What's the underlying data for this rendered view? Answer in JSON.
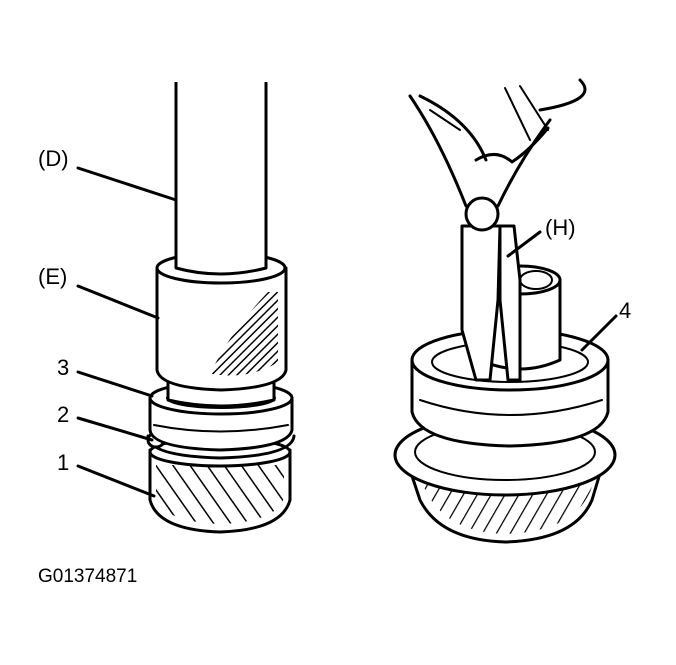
{
  "callouts": {
    "D": "(D)",
    "E": "(E)",
    "n3": "3",
    "n2": "2",
    "n1": "1",
    "H": "(H)",
    "n4": "4"
  },
  "figure_id": "G01374871"
}
